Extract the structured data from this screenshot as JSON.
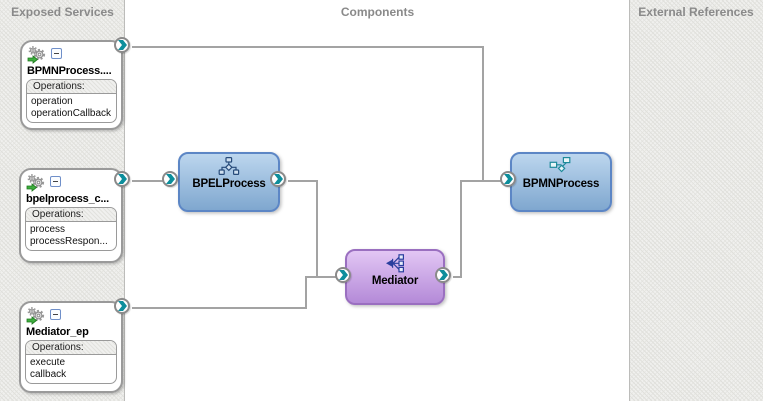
{
  "lanes": {
    "exposed_services": "Exposed Services",
    "components": "Components",
    "external_references": "External References"
  },
  "services": [
    {
      "name": "BPMNProcess....",
      "operations_label": "Operations:",
      "operations": [
        "operation",
        "operationCallback"
      ]
    },
    {
      "name": "bpelprocess_c...",
      "operations_label": "Operations:",
      "operations": [
        "process",
        "processRespon..."
      ]
    },
    {
      "name": "Mediator_ep",
      "operations_label": "Operations:",
      "operations": [
        "execute",
        "callback"
      ]
    }
  ],
  "components": [
    {
      "name": "BPELProcess",
      "icon": "bpel-process-icon"
    },
    {
      "name": "Mediator",
      "icon": "mediator-icon"
    },
    {
      "name": "BPMNProcess",
      "icon": "bpmn-process-icon"
    }
  ],
  "icons": {
    "service": "web-service-gear-icon",
    "endpoint": "teal-chevron-endpoint-icon",
    "collapse": "minus-collapse-icon"
  },
  "colors": {
    "wire": "#a3a3a3",
    "endpoint_teal": "#0d8e9c",
    "component_blue_border": "#5c86c5",
    "component_blue_top": "#bcd6ee",
    "component_blue_bottom": "#7fa7cf",
    "component_purple_border": "#9a6fc0",
    "component_purple_top": "#e2c6f4",
    "component_purple_bottom": "#b48ad8",
    "lane_header_text": "#8a8a8a"
  }
}
